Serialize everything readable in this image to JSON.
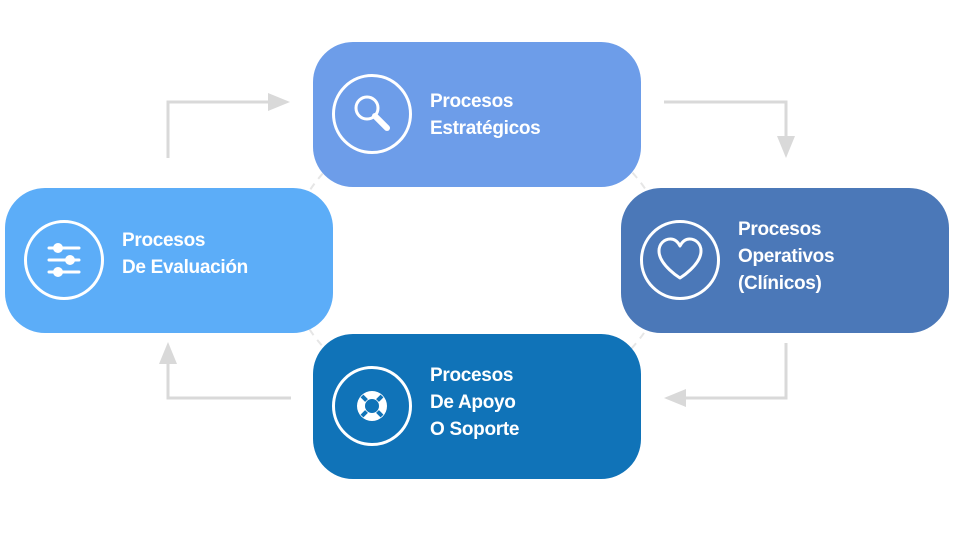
{
  "colors": {
    "estrategicos": "#6d9de9",
    "operativos": "#4b78b8",
    "apoyo": "#1073b8",
    "evaluacion": "#5cadf8",
    "connector": "#d9d9d9"
  },
  "cards": {
    "estrategicos": {
      "icon": "magnifier-icon",
      "lines": [
        "Procesos",
        "Estratégicos"
      ]
    },
    "operativos": {
      "icon": "heart-icon",
      "lines": [
        "Procesos",
        "Operativos",
        "(Clínicos)"
      ]
    },
    "apoyo": {
      "icon": "lifebuoy-icon",
      "lines": [
        "Procesos",
        "De Apoyo",
        "O Soporte"
      ]
    },
    "evaluacion": {
      "icon": "sliders-icon",
      "lines": [
        "Procesos",
        "De Evaluación"
      ]
    }
  }
}
